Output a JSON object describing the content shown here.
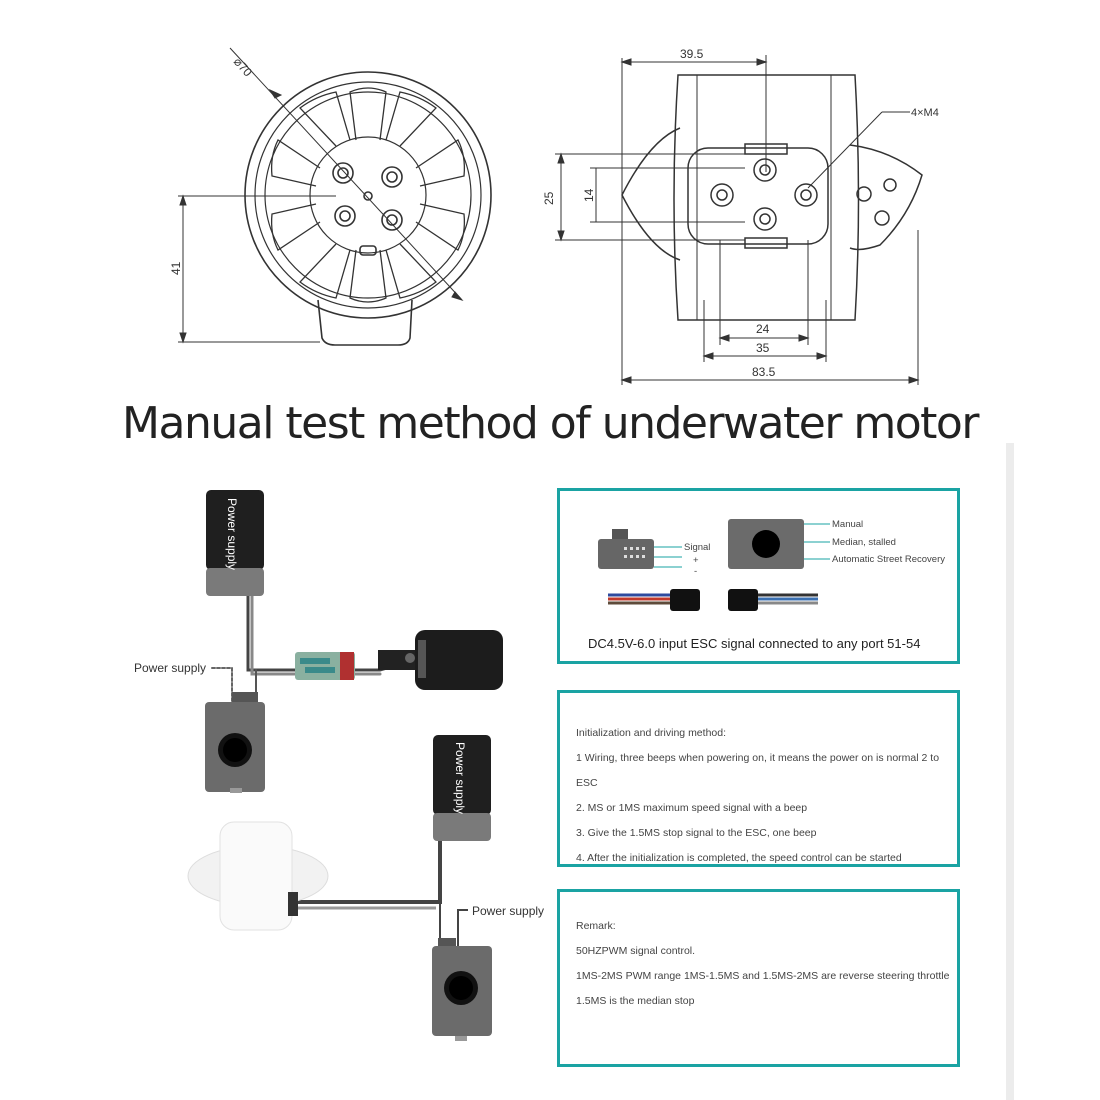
{
  "drawing": {
    "diameter_label": "⌀70",
    "dim_41": "41",
    "dim_39_5": "39.5",
    "dim_4xM4": "4×M4",
    "dim_25": "25",
    "dim_14": "14",
    "dim_24": "24",
    "dim_35": "35",
    "dim_83_5": "83.5"
  },
  "title": "Manual test method of underwater motor",
  "left_diagram": {
    "power_supply_top": "Power supply",
    "power_supply_left": "Power supply",
    "power_supply_middle": "Power supply",
    "power_supply_right": "Power supply"
  },
  "panel1": {
    "signal": "Signal",
    "plus": "+",
    "minus": "-",
    "manual": "Manual",
    "median_stalled": "Median, stalled",
    "auto_recovery": "Automatic Street Recovery",
    "caption": "DC4.5V-6.0 input ESC signal connected to any port 51-54"
  },
  "panel2": {
    "lines": [
      "Initialization and driving method:",
      "1 Wiring, three beeps when powering on, it means the power on is normal 2 to ESC",
      "2. MS or 1MS maximum speed signal with a beep",
      "3. Give the 1.5MS stop signal to the ESC, one beep",
      "4. After the initialization is completed, the speed control can be started"
    ]
  },
  "panel3": {
    "lines": [
      "Remark:",
      "50HZPWM signal control.",
      "1MS-2MS PWM range 1MS-1.5MS and 1.5MS-2MS are reverse steering throttle",
      "1.5MS is the median stop"
    ]
  },
  "colors": {
    "teal_border": "#1aa3a3",
    "battery_black": "#1f1f1f",
    "battery_grey": "#7a7a7a",
    "tester_grey": "#6b6b6b"
  }
}
